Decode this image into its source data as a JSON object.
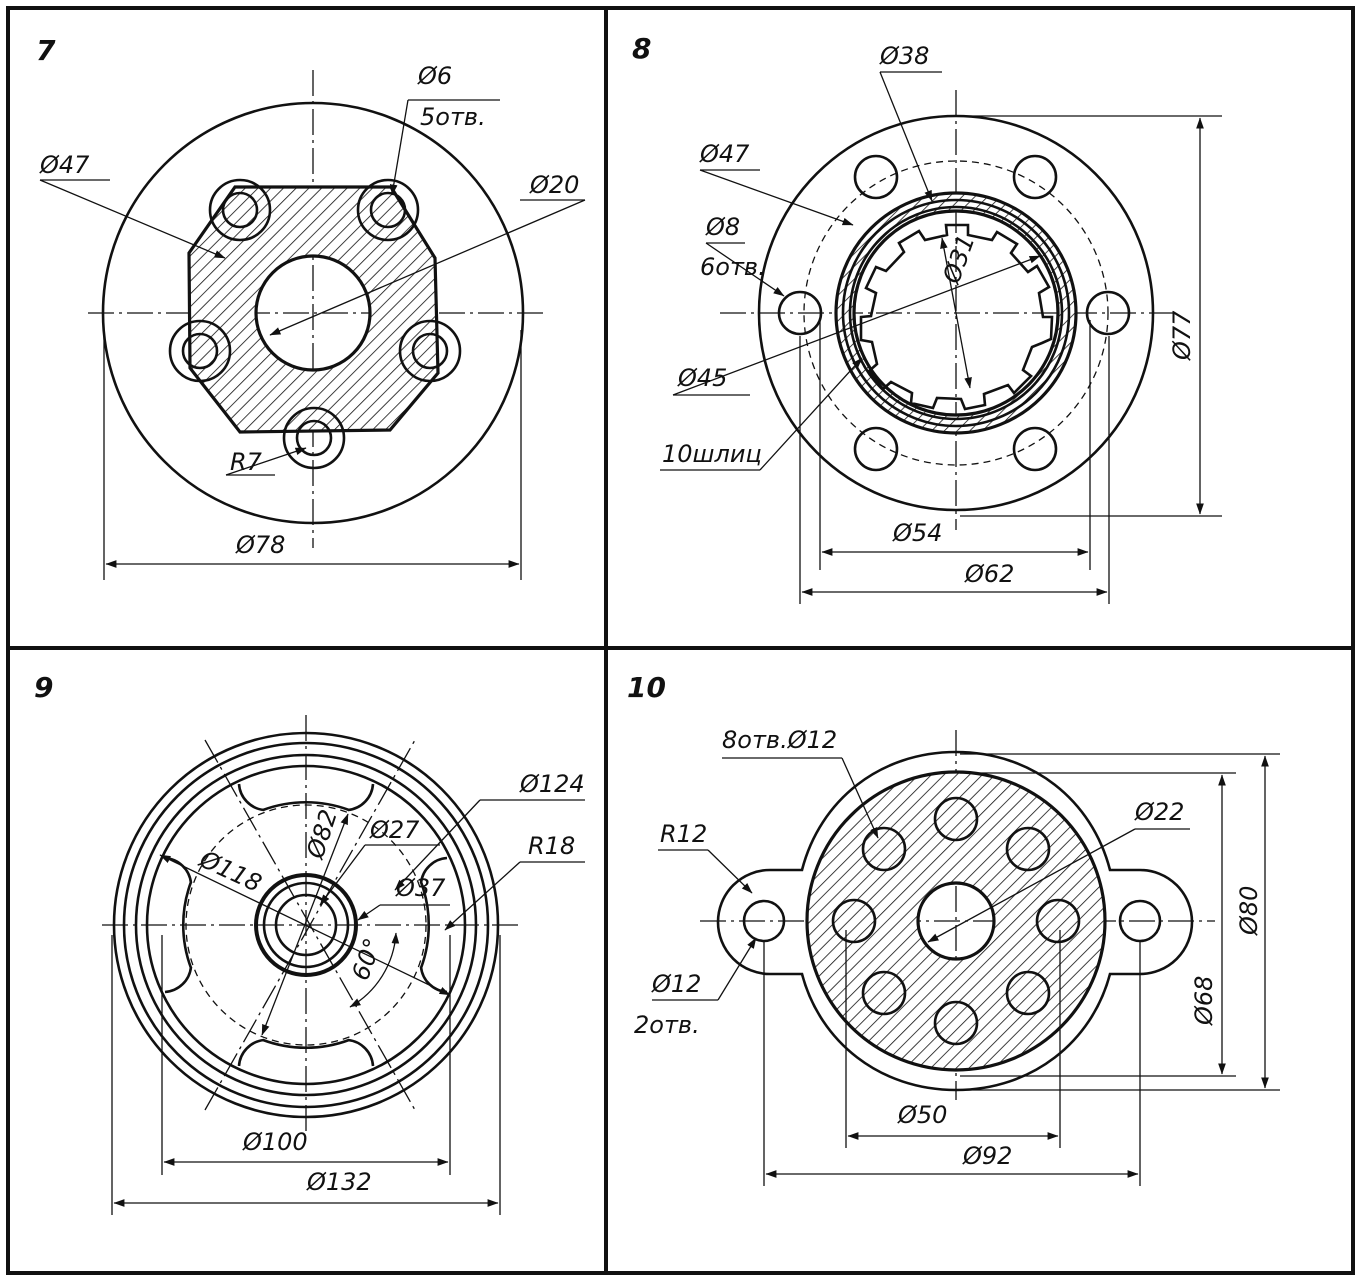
{
  "panels": [
    {
      "number": "7",
      "labels": {
        "d47": "Ø47",
        "d6": "Ø6",
        "holes": "5отв.",
        "d20": "Ø20",
        "r7": "R7",
        "d78": "Ø78"
      }
    },
    {
      "number": "8",
      "labels": {
        "d38": "Ø38",
        "d47": "Ø47",
        "d8": "Ø8",
        "holes": "6отв.",
        "d31": "Ø31",
        "d45": "Ø45",
        "splines": "10шлиц",
        "d77": "Ø77",
        "d54": "Ø54",
        "d62": "Ø62"
      }
    },
    {
      "number": "9",
      "labels": {
        "d124": "Ø124",
        "d82": "Ø82",
        "d27": "Ø27",
        "r18": "R18",
        "d118": "Ø118",
        "d37": "Ø37",
        "a60": "60°",
        "d100": "Ø100",
        "d132": "Ø132"
      }
    },
    {
      "number": "10",
      "labels": {
        "holes8": "8отв.Ø12",
        "r12": "R12",
        "d22": "Ø22",
        "d80": "Ø80",
        "d68": "Ø68",
        "d12": "Ø12",
        "holes2": "2отв.",
        "d50": "Ø50",
        "d92": "Ø92"
      }
    }
  ]
}
